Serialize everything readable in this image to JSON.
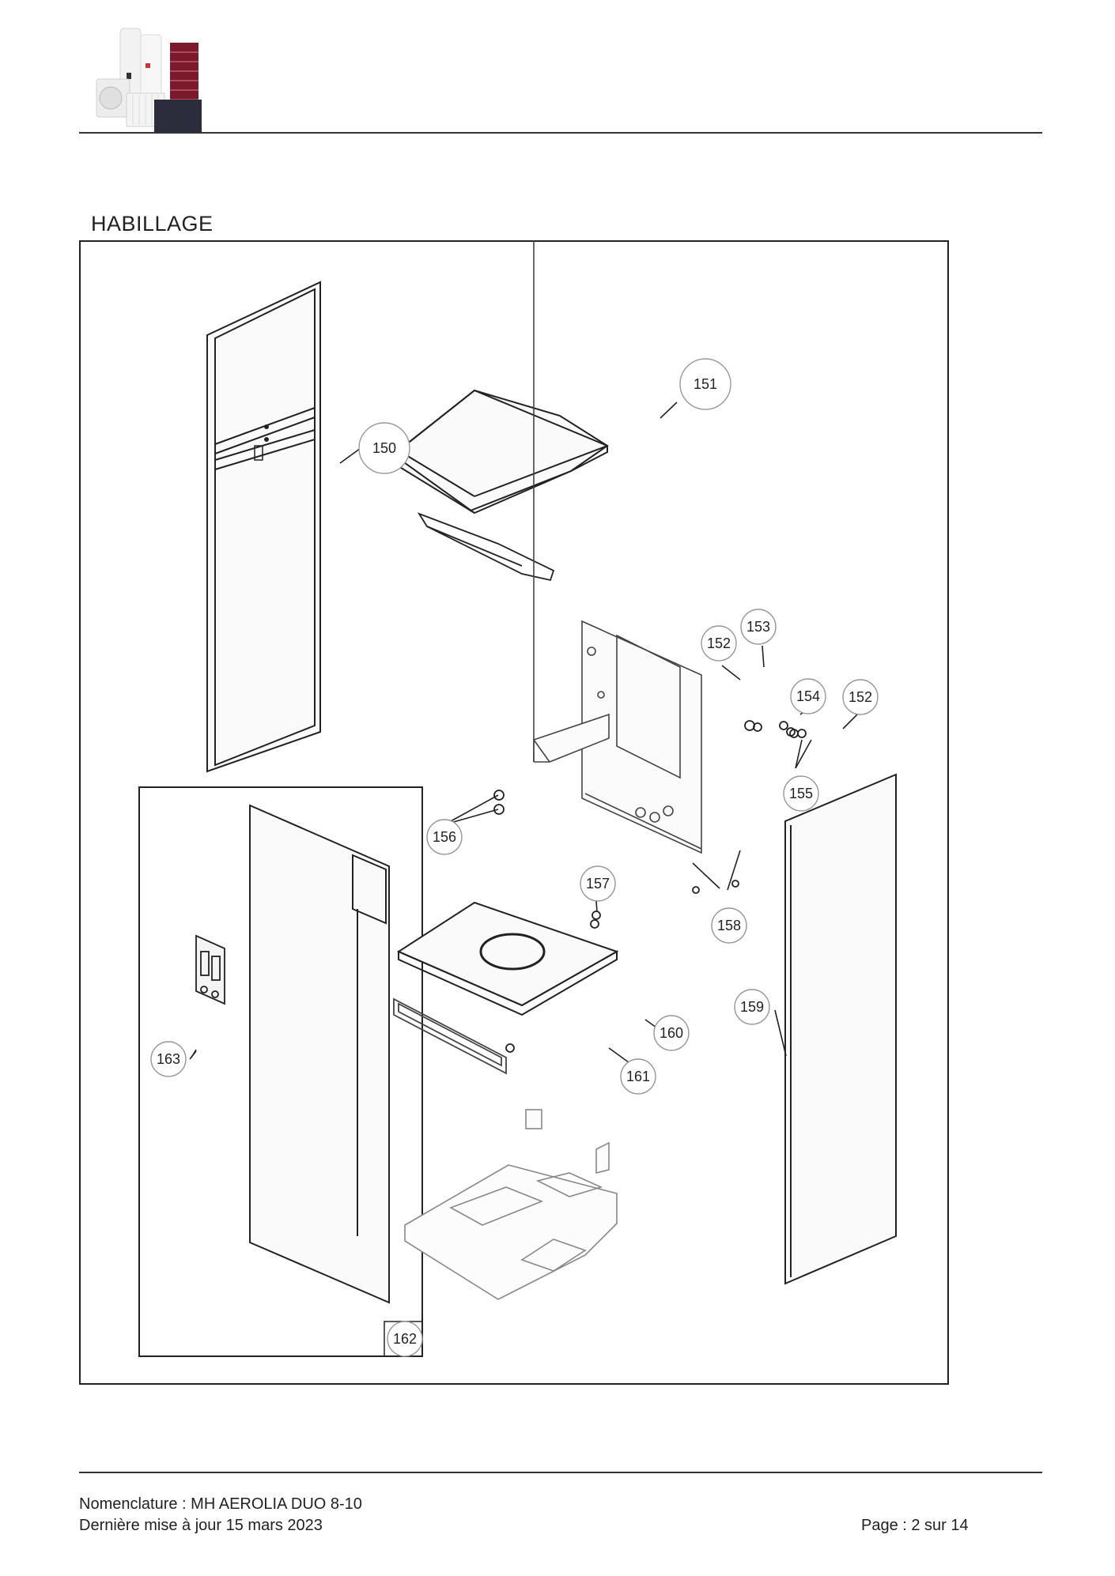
{
  "section": {
    "title": "HABILLAGE"
  },
  "callouts": [
    {
      "id": "150",
      "label": "150"
    },
    {
      "id": "151",
      "label": "151"
    },
    {
      "id": "152a",
      "label": "152"
    },
    {
      "id": "153",
      "label": "153"
    },
    {
      "id": "154",
      "label": "154"
    },
    {
      "id": "152b",
      "label": "152"
    },
    {
      "id": "155",
      "label": "155"
    },
    {
      "id": "156",
      "label": "156"
    },
    {
      "id": "157",
      "label": "157"
    },
    {
      "id": "158",
      "label": "158"
    },
    {
      "id": "159",
      "label": "159"
    },
    {
      "id": "160",
      "label": "160"
    },
    {
      "id": "161",
      "label": "161"
    },
    {
      "id": "162",
      "label": "162"
    },
    {
      "id": "163",
      "label": "163"
    }
  ],
  "footer": {
    "nomenclature": "Nomenclature : MH AEROLIA DUO 8-10",
    "updated": "Dernière mise à jour 15 mars 2023",
    "page": "Page : 2 sur 14"
  }
}
